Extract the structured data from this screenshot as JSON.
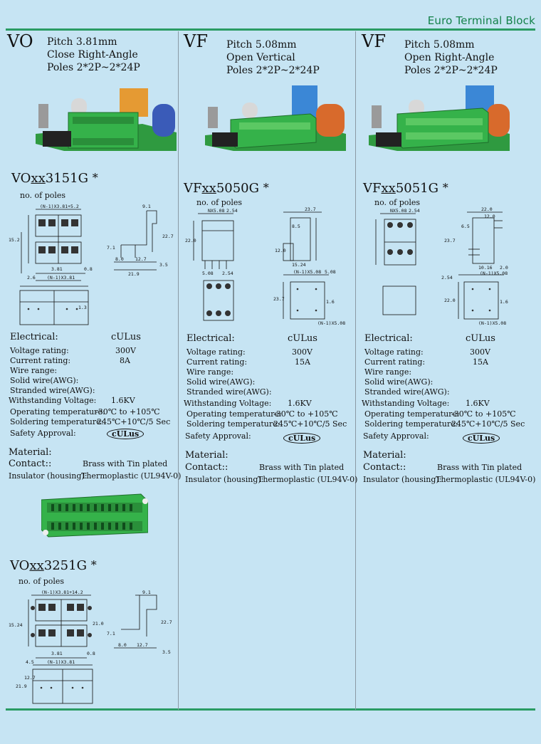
{
  "header": {
    "title": "Euro Terminal Block"
  },
  "colors": {
    "rule": "#2a9b63",
    "title": "#14824a",
    "background": "#c6e4f3",
    "product_green": "#35b24a"
  },
  "columns": [
    {
      "series": "VO",
      "spec": [
        "Pitch 3.81mm",
        "Close Right-Angle",
        "Poles  2*2P~2*24P"
      ],
      "model_prefix": "VO",
      "model_xx": "xx",
      "model_suffix": "3151G",
      "star": "*",
      "no_of_poles": "no. of poles",
      "dims": {
        "top": "(N-1)X3.81+5.2",
        "side_w": "9.1",
        "h1": "15.2",
        "h2": "22.7",
        "b1": "3.81",
        "b2": "2.6",
        "b3": "(N-1)X3.81",
        "b4": "8.0",
        "b5": "12.7",
        "b6": "21.9",
        "b7": "3.5",
        "b8": "0.8",
        "b9": "7.1",
        "b10": "1.3"
      },
      "electrical": {
        "title": "Electrical:",
        "cert": "cULus",
        "voltage_label": "Voltage rating:",
        "voltage": "300V",
        "current_label": "Current rating:",
        "current": "8A",
        "wire_range": "Wire range:",
        "solid": "Solid wire(AWG):",
        "stranded": "Stranded wire(AWG):",
        "withstand_label": "Withstanding Voltage:",
        "withstand": "1.6KV",
        "optemp_label": "Operating temperature:",
        "optemp": "-30℃ to +105℃",
        "solder_label": "Soldering temperature:",
        "solder": "245℃+10℃/5 Sec",
        "safety_label": "Safety Approval:",
        "safety_mark": "cULus"
      },
      "material": {
        "title": "Material:",
        "contact_label": "Contact::",
        "contact": "Brass with Tin plated",
        "insulator_label": "Insulator (housing):",
        "insulator": "Thermoplastic (UL94V-0)"
      },
      "second_model": {
        "prefix": "VO",
        "xx": "xx",
        "suffix": "3251G",
        "star": "*",
        "no_of_poles": "no. of poles",
        "dims": {
          "top": "(N-1)X3.81+14.2",
          "side_w": "9.1",
          "h1": "15.24",
          "h2": "21.0",
          "h3": "22.7",
          "b1": "3.81",
          "b2": "4.5",
          "b3": "(N-1)X3.81",
          "b4": "8.0",
          "b5": "12.7",
          "b6": "3.5",
          "b7": "0.8",
          "b8": "7.1",
          "b9": "21.9",
          "b10": "12.7"
        }
      }
    },
    {
      "series": "VF",
      "spec": [
        "Pitch 5.08mm",
        "Open Vertical",
        "Poles  2*2P~2*24P"
      ],
      "model_prefix": "VF",
      "model_xx": "xx",
      "model_suffix": "5050G",
      "star": "*",
      "no_of_poles": "no. of poles",
      "dims": {
        "top": "NX5.08",
        "w1": "2.54",
        "side_w": "23.7",
        "d1": "8.5",
        "h1": "22.0",
        "h2": "12.0",
        "b1": "5.08",
        "b2": "2.54",
        "b3": "15.24",
        "b4": "(N-1)X5.08",
        "b5": "5.08",
        "h3": "23.7",
        "d2": "1.6",
        "b6": "(N-1)X5.08"
      },
      "electrical": {
        "title": "Electrical:",
        "cert": "cULus",
        "voltage_label": "Voltage rating:",
        "voltage": "300V",
        "current_label": "Current rating:",
        "current": "15A",
        "wire_range": "Wire range:",
        "solid": "Solid wire(AWG):",
        "stranded": "Stranded wire(AWG):",
        "withstand_label": "Withstanding Voltage:",
        "withstand": "1.6KV",
        "optemp_label": "Operating temperature:",
        "optemp": "-30℃ to +105℃",
        "solder_label": "Soldering temperature:",
        "solder": "245℃+10℃/5 Sec",
        "safety_label": "Safety Approval:",
        "safety_mark": "cULus"
      },
      "material": {
        "title": "Material:",
        "contact_label": "Contact::",
        "contact": "Brass with Tin plated",
        "insulator_label": "Insulator (housing):",
        "insulator": "Thermoplastic (UL94V-0)"
      }
    },
    {
      "series": "VF",
      "spec": [
        "Pitch 5.08mm",
        "Open Right-Angle",
        "Poles  2*2P~2*24P"
      ],
      "model_prefix": "VF",
      "model_xx": "xx",
      "model_suffix": "5051G",
      "star": "*",
      "no_of_poles": "no. of poles",
      "dims": {
        "top": "NX5.08",
        "w1": "2.54",
        "side_w": "22.0",
        "d1": "12.0",
        "h1": "23.7",
        "h2": "6.5",
        "b1": "10.16",
        "b2": "2.0",
        "b3": "(N-1)X5.08",
        "b4": "2.54",
        "h3": "22.0",
        "d2": "1.6",
        "b5": "(N-1)X5.08"
      },
      "electrical": {
        "title": "Electrical:",
        "cert": "cULus",
        "voltage_label": "Voltage rating:",
        "voltage": "300V",
        "current_label": "Current rating:",
        "current": "15A",
        "wire_range": "Wire range:",
        "solid": "Solid wire(AWG):",
        "stranded": "Stranded wire(AWG):",
        "withstand_label": "Withstanding Voltage:",
        "withstand": "1.6KV",
        "optemp_label": "Operating temperature:",
        "optemp": "-30℃ to +105℃",
        "solder_label": "Soldering temperature:",
        "solder": "245℃+10℃/5 Sec",
        "safety_label": "Safety Approval:",
        "safety_mark": "cULus"
      },
      "material": {
        "title": "Material:",
        "contact_label": "Contact::",
        "contact": "Brass with Tin plated",
        "insulator_label": "Insulator (housing):",
        "insulator": "Thermoplastic (UL94V-0)"
      }
    }
  ]
}
